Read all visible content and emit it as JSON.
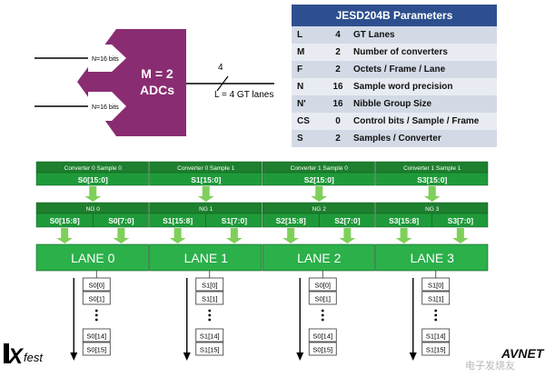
{
  "adc_block": {
    "input_top_label": "N=16 bits",
    "input_bottom_label": "N=16 bits",
    "title_line1": "M = 2",
    "title_line2": "ADCs",
    "bus_count": "4",
    "bus_label": "L = 4 GT lanes"
  },
  "params": {
    "title": "JESD204B Parameters",
    "rows": [
      {
        "sym": "L",
        "val": "4",
        "desc": "GT Lanes"
      },
      {
        "sym": "M",
        "val": "2",
        "desc": "Number of converters"
      },
      {
        "sym": "F",
        "val": "2",
        "desc": "Octets / Frame / Lane"
      },
      {
        "sym": "N",
        "val": "16",
        "desc": "Sample word precision"
      },
      {
        "sym": "N'",
        "val": "16",
        "desc": "Nibble Group Size"
      },
      {
        "sym": "CS",
        "val": "0",
        "desc": "Control bits / Sample / Frame"
      },
      {
        "sym": "S",
        "val": "2",
        "desc": "Samples / Converter"
      }
    ]
  },
  "columns": [
    {
      "sample_header": "Converter 0 Sample 0",
      "sample_value": "S0[15:0]",
      "ng_header": "NG 0",
      "ng_left": "S0[15:8]",
      "ng_right": "S0[7:0]",
      "lane": "LANE 0",
      "stack": [
        "S0[0]",
        "S0[1]",
        "S0[14]",
        "S0[15]"
      ]
    },
    {
      "sample_header": "Converter 0 Sample 1",
      "sample_value": "S1[15:0]",
      "ng_header": "NG 1",
      "ng_left": "S1[15:8]",
      "ng_right": "S1[7:0]",
      "lane": "LANE 1",
      "stack": [
        "S1[0]",
        "S1[1]",
        "S1[14]",
        "S1[15]"
      ]
    },
    {
      "sample_header": "Converter 1 Sample 0",
      "sample_value": "S2[15:0]",
      "ng_header": "NG 2",
      "ng_left": "S2[15:8]",
      "ng_right": "S2[7:0]",
      "lane": "LANE 2",
      "stack": [
        "S0[0]",
        "S0[1]",
        "S0[14]",
        "S0[15]"
      ]
    },
    {
      "sample_header": "Converter 1 Sample 1",
      "sample_value": "S3[15:0]",
      "ng_header": "NG 3",
      "ng_left": "S3[15:8]",
      "ng_right": "S3[7:0]",
      "lane": "LANE 3",
      "stack": [
        "S1[0]",
        "S1[1]",
        "S1[14]",
        "S1[15]"
      ]
    }
  ],
  "logos": {
    "left": "fest",
    "left_prefix": "X",
    "right": "AVNET",
    "watermark": "电子发烧友"
  },
  "colors": {
    "adc_purple": "#8a2c72",
    "header_green": "#1e7f2e",
    "cell_green": "#1f9a3a",
    "lane_green": "#2bb04a",
    "arrow_green": "#7fd05a",
    "table_header": "#2e4f8f"
  }
}
